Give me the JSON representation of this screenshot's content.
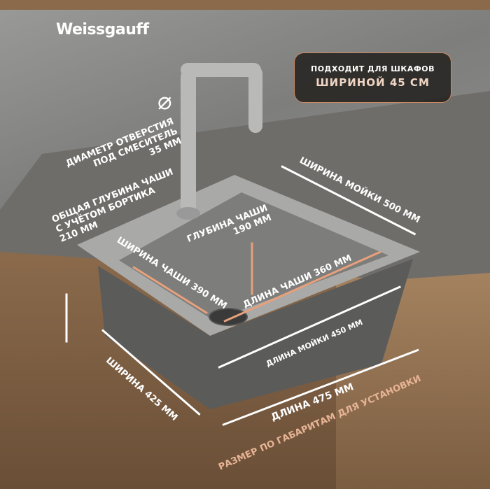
{
  "brand": "Weissgauff",
  "badge": {
    "line1": "ПОДХОДИТ ДЛЯ ШКАФОВ",
    "line2": "ШИРИНОЙ 45 СМ"
  },
  "labels": {
    "hole_icon": "⌀",
    "hole_diameter": [
      "ДИАМЕТР ОТВЕРСТИЯ",
      "ПОД СМЕСИТЕЛЬ",
      "35 ММ"
    ],
    "total_depth": [
      "ОБЩАЯ ГЛУБИНА ЧАШИ",
      "С УЧЁТОМ БОРТИКА",
      "210 ММ"
    ],
    "sink_width": "ШИРИНА МОЙКИ 500 ММ",
    "bowl_depth": [
      "ГЛУБИНА ЧАШИ",
      "190 ММ"
    ],
    "bowl_width": "ШИРИНА ЧАШИ 390 ММ",
    "bowl_length": "ДЛИНА ЧАШИ 360 ММ",
    "sink_length": "ДЛИНА МОЙКИ 450 ММ",
    "overall_width": "ШИРИНА 425 ММ",
    "overall_length": "ДЛИНА  475 ММ",
    "footer": "РАЗМЕР ПО ГАБАРИТАМ ДЛЯ УСТАНОВКИ"
  }
}
